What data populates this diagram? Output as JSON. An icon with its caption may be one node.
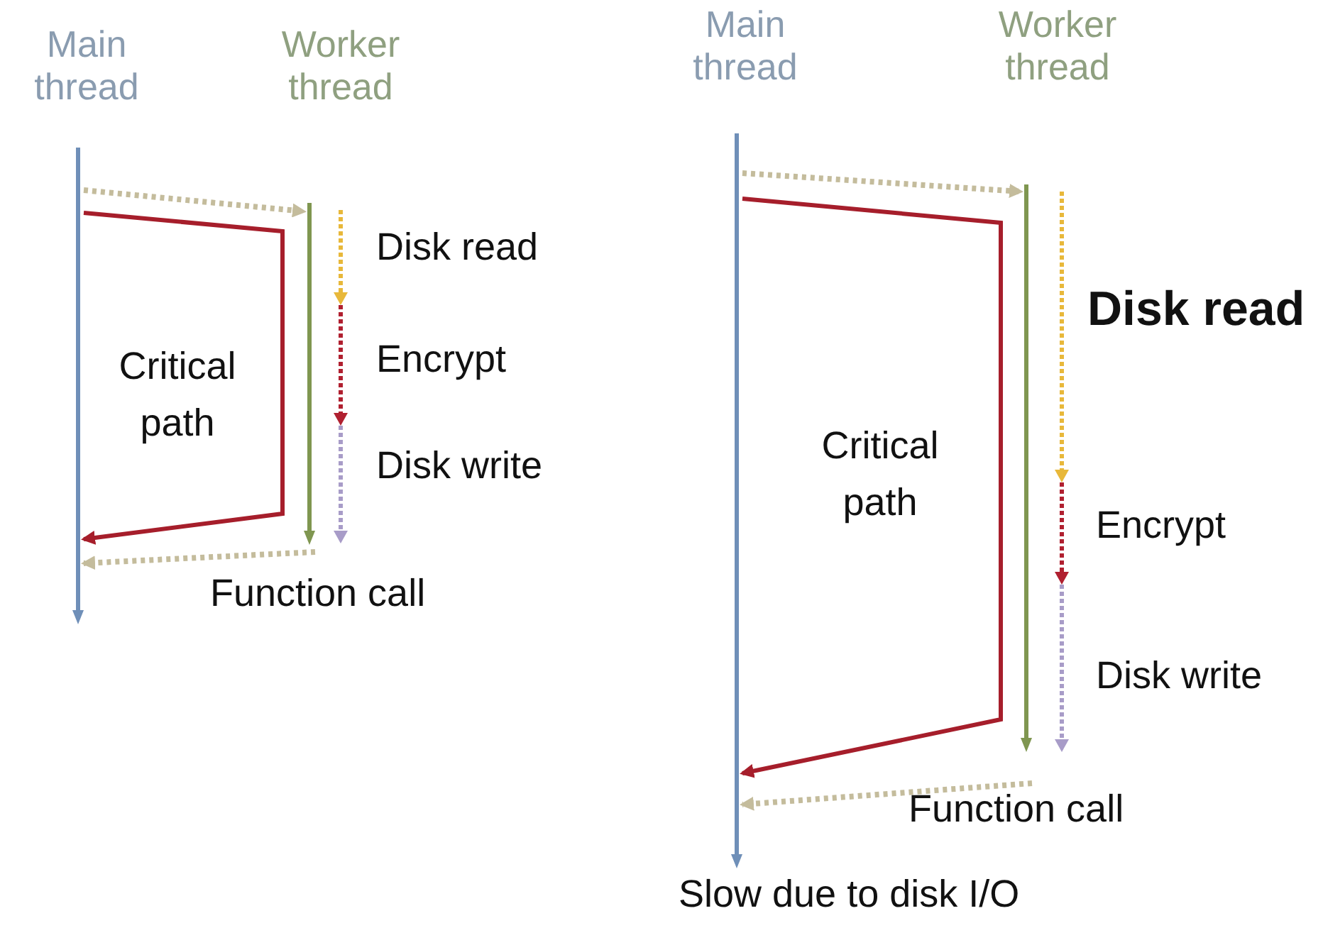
{
  "diagram": {
    "nodes": [
      {
        "text": [
          "Main thread"
        ]
      },
      {
        "text": [
          "Worker thread"
        ]
      },
      {
        "text": [
          "Main thread"
        ]
      },
      {
        "text": [
          "Worker thread"
        ]
      }
    ],
    "edges": [
      {
        "from": 0,
        "to": 1,
        "arrow": "to",
        "style": "dashed"
      },
      {
        "from": 0,
        "to": 0,
        "arrow": "to",
        "color": "#a61e2b"
      },
      {
        "from": 1,
        "to": 0,
        "arrow": "to",
        "style": "dashed"
      },
      {
        "from": 2,
        "to": 3,
        "arrow": "to",
        "style": "dashed"
      },
      {
        "from": 2,
        "to": 2,
        "arrow": "to",
        "color": "#a61e2b"
      },
      {
        "from": 3,
        "to": 2,
        "arrow": "to",
        "style": "dashed"
      }
    ],
    "labels": [
      "Disk read",
      "Critical path",
      "Encrypt",
      "Disk write",
      "Function call",
      "Disk read",
      "Critical path",
      "Encrypt",
      "Disk write",
      "Function call",
      "Slow due to disk I/O"
    ]
  }
}
